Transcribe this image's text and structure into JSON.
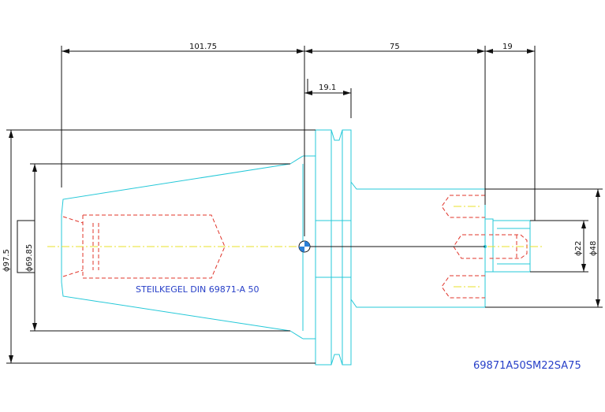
{
  "dimensions": {
    "top_left": "101.75",
    "top_mid": "75",
    "top_right": "19",
    "flange": "19.1",
    "dia_outer": "ϕ97.5",
    "dia_taper": "ϕ69.85",
    "dia_bore": "ϕ22",
    "dia_body": "ϕ48"
  },
  "labels": {
    "taper_standard": "STEILKEGEL DIN 69871-A 50",
    "part_code": "69871A50SM22SA75"
  },
  "colors": {
    "outline": "#25c8d8",
    "dimension": "#111111",
    "hidden": "#e0342a",
    "centerline": "#e8e22a",
    "text": "#2840c8"
  }
}
